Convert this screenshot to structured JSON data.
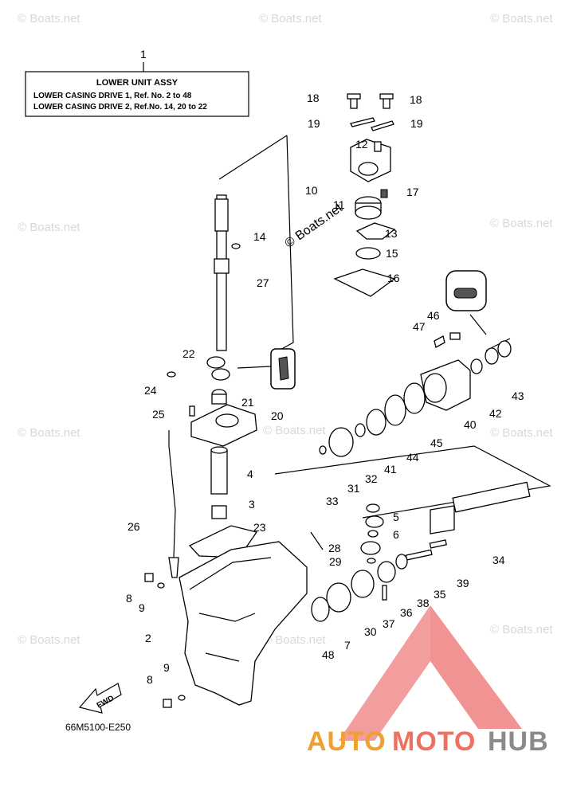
{
  "header_box": {
    "ref": "1",
    "title": "LOWER UNIT ASSY",
    "line1": "LOWER CASING DRIVE 1,  Ref. No. 2 to 48",
    "line2": "LOWER CASING DRIVE 2,  Ref.No. 14, 20 to 22"
  },
  "diagram_code": "66M5100-E250",
  "watermark": "© Boats.net",
  "fwd_label": "FWD",
  "brand": {
    "part1": "AUTO",
    "part2": "MOTO",
    "part3": "HUB"
  },
  "colors": {
    "brand_orange": "#f0a030",
    "brand_salmon": "#f07060",
    "brand_gray": "#8a8a8a",
    "logo_triangle": "#f08080"
  },
  "part_numbers": [
    "2",
    "3",
    "4",
    "5",
    "6",
    "7",
    "8",
    "9",
    "10",
    "11",
    "12",
    "13",
    "14",
    "15",
    "16",
    "17",
    "18",
    "19",
    "20",
    "21",
    "22",
    "23",
    "24",
    "25",
    "26",
    "27",
    "28",
    "29",
    "30",
    "31",
    "32",
    "33",
    "34",
    "35",
    "36",
    "37",
    "38",
    "39",
    "40",
    "41",
    "42",
    "43",
    "44",
    "45",
    "46",
    "47",
    "48"
  ]
}
